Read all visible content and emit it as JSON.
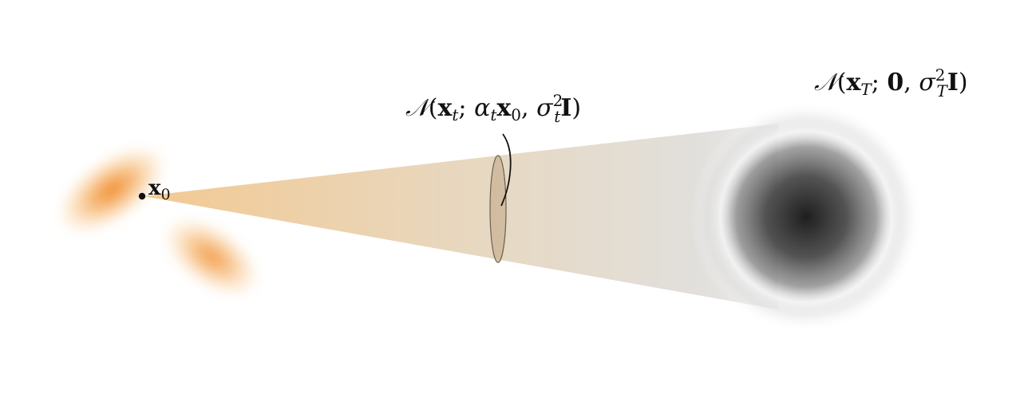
{
  "labels": {
    "start_point": {
      "symbol": "x",
      "subscript": "0"
    },
    "intermediate": {
      "script_n": "𝒩",
      "open": "(",
      "x_symbol": "x",
      "x_sub": "t",
      "sep1": "; ",
      "alpha": "α",
      "alpha_sub": "t",
      "x2_symbol": "x",
      "x2_sub": "0",
      "sep2": ", ",
      "sigma": "σ",
      "sigma_sup": "2",
      "sigma_sub": "t",
      "identity": "I",
      "close": ")"
    },
    "final": {
      "script_n": "𝒩",
      "open": "(",
      "x_symbol": "x",
      "x_sub": "T",
      "sep1": "; ",
      "zero": "0",
      "sep2": ", ",
      "sigma": "σ",
      "sigma_sup": "2",
      "sigma_sub": "T",
      "identity": "I",
      "close": ")"
    }
  },
  "colors": {
    "data_blob": "#f0922e",
    "cone_start": "#f3c68c",
    "cone_end": "#d8d8d8",
    "noise_center": "#222222",
    "ellipse_fill": "#c9b396",
    "ellipse_stroke": "#6e6151",
    "text": "#111111"
  }
}
